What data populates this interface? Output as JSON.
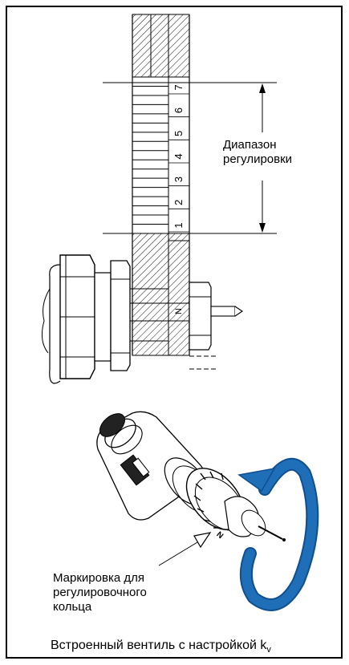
{
  "labels": {
    "range_line1": "Диапазон",
    "range_line2": "регулировки",
    "marking_line1": "Маркировка для",
    "marking_line2": "регулировочного",
    "marking_line3": "кольца",
    "caption_main": "Встроенный вентиль с настройкой  k",
    "caption_sub": "v"
  },
  "scale": {
    "marks": [
      "1",
      "2",
      "3",
      "4",
      "5",
      "6",
      "7"
    ],
    "zero_mark": "N"
  },
  "colors": {
    "line": "#000000",
    "ring_blue": "#1f6fb8",
    "ring_blue_dark": "#0f4f8f"
  }
}
